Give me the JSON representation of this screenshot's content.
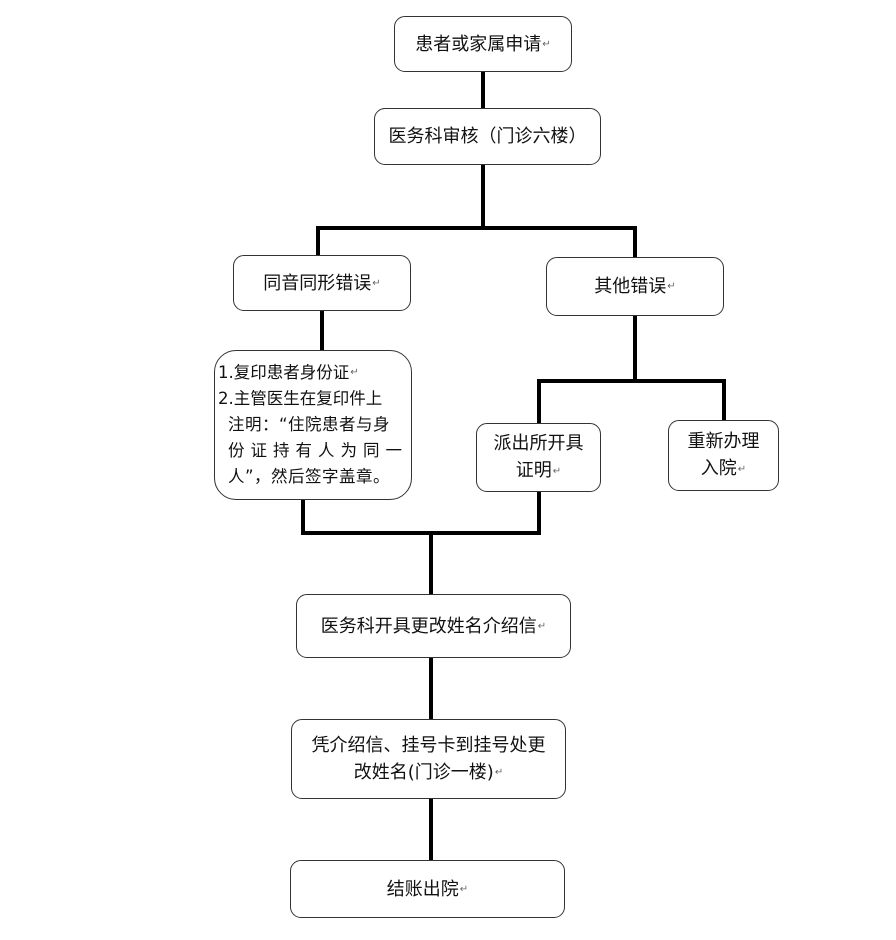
{
  "flowchart": {
    "title": "更改姓名办理流程",
    "paragraph_mark": "↵",
    "nodes": {
      "apply": {
        "label": "患者或家属申请"
      },
      "review": {
        "label": "医务科审核（门诊六楼）"
      },
      "homophone_error": {
        "label": "同音同形错误"
      },
      "other_error": {
        "label": "其他错误"
      },
      "homophone_steps": {
        "lines": [
          "1.复印患者身份证",
          "2.主管医生在复印件上",
          "注明：“住院患者与身",
          "份证持有人为同一",
          "人”，然后签字盖章。"
        ]
      },
      "police_cert": {
        "line1": "派出所开具",
        "line2": "证明"
      },
      "readmit": {
        "line1": "重新办理",
        "line2": "入院"
      },
      "intro_letter": {
        "label": "医务科开具更改姓名介绍信"
      },
      "register_change": {
        "line1": "凭介绍信、挂号卡到挂号处更",
        "line2": "改姓名(门诊一楼)"
      },
      "checkout": {
        "label": "结账出院"
      }
    },
    "edges": [
      [
        "apply",
        "review"
      ],
      [
        "review",
        "homophone_error"
      ],
      [
        "review",
        "other_error"
      ],
      [
        "homophone_error",
        "homophone_steps"
      ],
      [
        "other_error",
        "police_cert"
      ],
      [
        "other_error",
        "readmit"
      ],
      [
        "homophone_steps",
        "intro_letter"
      ],
      [
        "police_cert",
        "intro_letter"
      ],
      [
        "intro_letter",
        "register_change"
      ],
      [
        "register_change",
        "checkout"
      ]
    ]
  }
}
